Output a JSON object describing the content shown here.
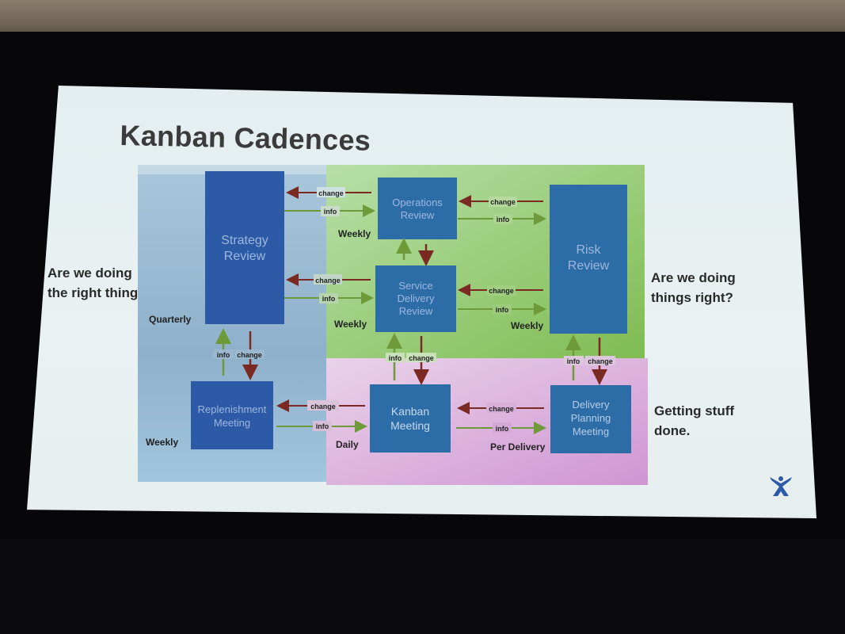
{
  "title": "Kanban Cadences",
  "side_text": {
    "left": "Are we doing\nthe right thing?",
    "right_top": "Are we doing\nthings right?",
    "right_bottom": "Getting stuff\ndone."
  },
  "boxes": {
    "strategy": {
      "label1": "Strategy",
      "label2": "Review",
      "cadence": "Quarterly"
    },
    "operations": {
      "label1": "Operations",
      "label2": "Review",
      "cadence": "Weekly"
    },
    "service": {
      "label1": "Service",
      "label2": "Delivery",
      "label3": "Review",
      "cadence": "Weekly"
    },
    "risk": {
      "label1": "Risk",
      "label2": "Review",
      "cadence": "Weekly"
    },
    "replenishment": {
      "label1": "Replenishment",
      "label2": "Meeting",
      "cadence": "Weekly"
    },
    "kanban": {
      "label1": "Kanban",
      "label2": "Meeting",
      "cadence": "Daily"
    },
    "delivery": {
      "label1": "Delivery",
      "label2": "Planning",
      "label3": "Meeting",
      "cadence": "Per Delivery"
    }
  },
  "arrow_labels": {
    "change": "change",
    "info": "info"
  },
  "colors": {
    "box": "#2c5aa6",
    "box_text": "#9fb6dc",
    "change_arrow": "#7a2a22",
    "info_arrow": "#6f9a3a",
    "green_panel": "#8cc45c",
    "pink_panel": "#d7a9d6",
    "blue_panel": "#8fb2cc"
  },
  "icons": {
    "logo": "atlassian-logo-icon"
  }
}
